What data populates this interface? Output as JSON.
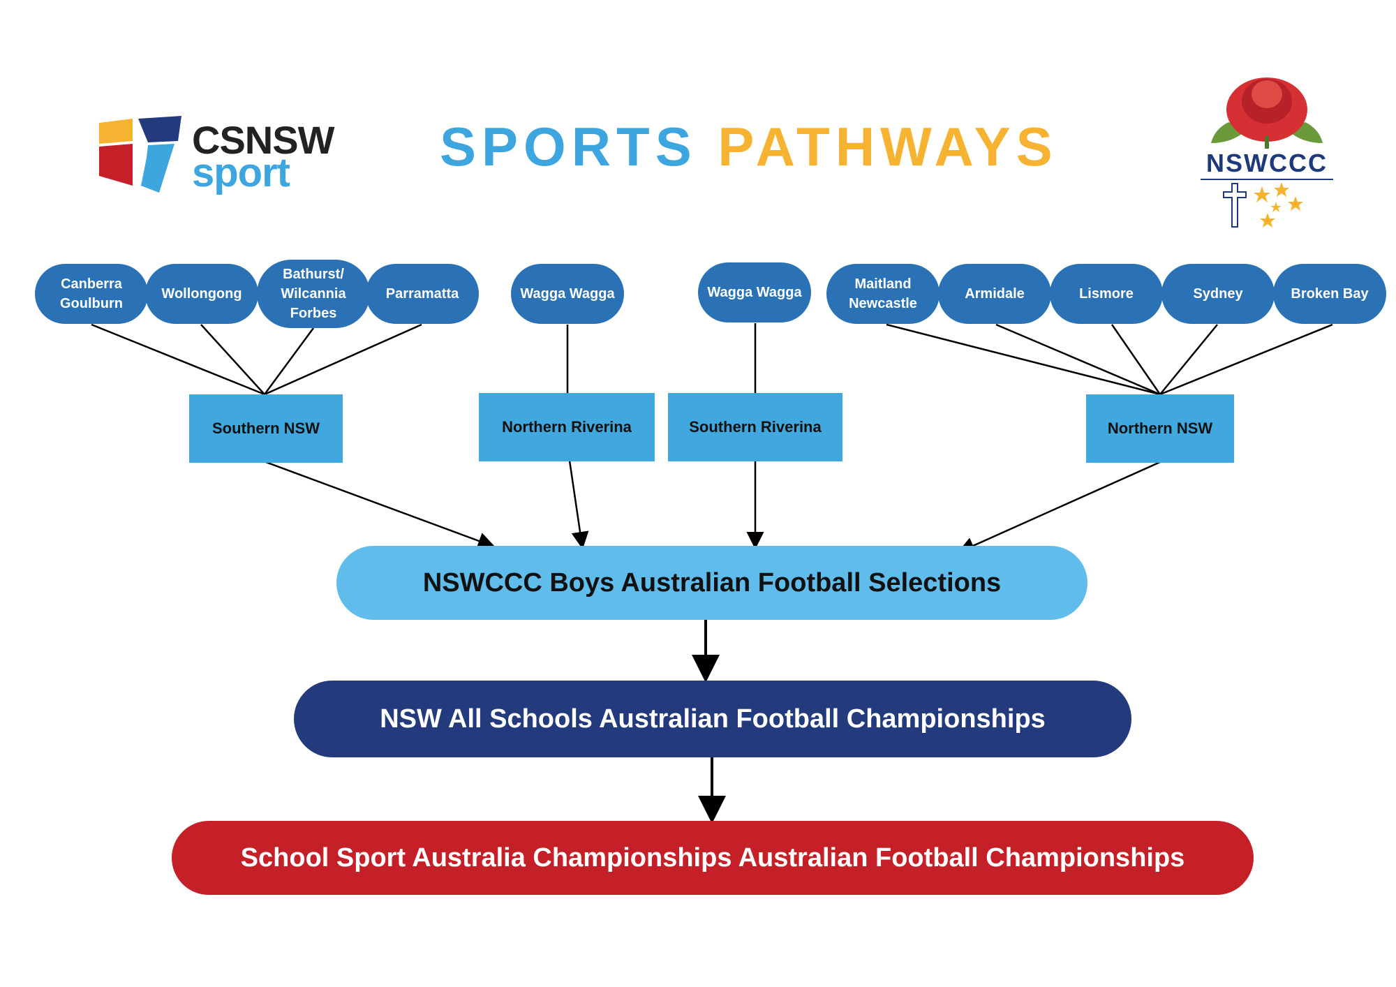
{
  "header": {
    "title_part1": "SPORTS",
    "title_part2": "PATHWAYS",
    "left_logo": {
      "line1": "CSNSW",
      "line2": "sport"
    },
    "right_logo": {
      "text": "NSWCCC"
    }
  },
  "associations": [
    {
      "label": "Canberra\nGoulburn"
    },
    {
      "label": "Wollongong"
    },
    {
      "label": "Bathurst/\nWilcannia\nForbes"
    },
    {
      "label": "Parramatta"
    },
    {
      "label": "Wagga Wagga"
    },
    {
      "label": "Wagga Wagga"
    },
    {
      "label": "Maitland\nNewcastle"
    },
    {
      "label": "Armidale"
    },
    {
      "label": "Lismore"
    },
    {
      "label": "Sydney"
    },
    {
      "label": "Broken Bay"
    }
  ],
  "regions": [
    {
      "label": "Southern NSW"
    },
    {
      "label": "Northern Riverina"
    },
    {
      "label": "Southern Riverina"
    },
    {
      "label": "Northern NSW"
    }
  ],
  "stages": [
    {
      "label": "NSWCCC Boys Australian Football Selections"
    },
    {
      "label": "NSW All Schools Australian Football Championships"
    },
    {
      "label": "School Sport Australia Championships Australian Football Championships"
    }
  ],
  "colors": {
    "title_blue": "#3ea6df",
    "title_gold": "#f6b332",
    "association_blue": "#2a72b5",
    "region_blue": "#40a8de",
    "selections_blue": "#5fbceb",
    "championships_navy": "#233b7c",
    "national_red": "#c52027"
  }
}
